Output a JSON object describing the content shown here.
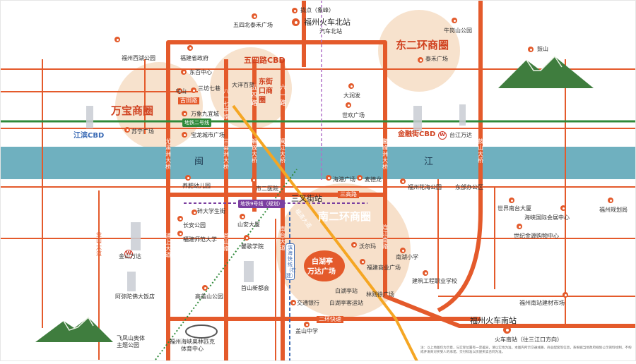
{
  "colors": {
    "road": "#e45a2b",
    "river": "#6fb0bf",
    "metro_line_2": "#2f8a3a",
    "metro_line_9": "#7b3fa0",
    "metro_line_4_plan": "#3b6bb5",
    "zone_circle": "#f6ddc4",
    "metro_dashed": "#b071c9"
  },
  "zones": {
    "wanbao": "万宝商圈",
    "wusi_cbd": "五四路CBD",
    "dongjiekou": "东街口商圈",
    "dong_erhuan": "东二环商圈",
    "nan_erhuan": "南二环商圈"
  },
  "cbds": {
    "jiangbin": "江滨CBD",
    "jinrongjie": "金融街CBD"
  },
  "river": {
    "char1": "闽",
    "char2": "江"
  },
  "roads": {
    "guhe": "古田路",
    "san_gao": "三高路",
    "erhuan_express": "二环快速",
    "you_xi_zhou": "尤溪洲大桥",
    "bayi_qi": "八一七中路",
    "wu_si": "五四路",
    "liu_yi": "六一路",
    "san_xian_zhou": "三县洲大桥",
    "jie_fang": "解放大桥",
    "min_jiang": "闽江大桥",
    "ao_feng": "鳌峰洲大桥",
    "gu_shan": "鼓山大桥",
    "jin_shan": "金山大道",
    "pu_shang": "浦上大道",
    "shou_shan": "首山路",
    "nan_tai": "南台大道",
    "lian_jiang": "连江南路",
    "yu_dan": "福道大道"
  },
  "metro": {
    "line2": "地铁二号线",
    "line9": "地铁9号线（规划）",
    "line4": "滨海快线（在建）"
  },
  "pois": {
    "ganlu": "拢点（象峰）",
    "fz_station": "福州火车北站",
    "bus_north": "汽车北站",
    "wusibei_taihe": "五四北泰禾广场",
    "niugangshan": "牛岗山公园",
    "fz_xihu": "福州西湖公园",
    "fj_gov": "福建省政府",
    "dongbai": "东百中心",
    "wushan": "乌山",
    "sanfang": "三坊七巷",
    "dayang": "大洋百货",
    "wanxiang": "万象九宜城",
    "suning": "苏宁广场",
    "baolong": "宝龙城市广场",
    "taihe_e": "泰禾广场",
    "gushan_mtn": "鼓山",
    "dashuai": "大润发",
    "shihua": "世欢广场",
    "taijiang_wanda": "台江万达",
    "jiangxin_park": "养肥幼儿园",
    "haijie": "海港广场",
    "maideqiong": "麦德龙",
    "sanchajie": "三叉街站",
    "er_hospital": "市二医院",
    "fz_huahai": "福州花海公园",
    "dongbu_office": "东部办公区",
    "shijie_tai": "世界南台大厦",
    "haixia_conv": "海峡国际会展中心",
    "fz_house": "福州规划局",
    "shijin_mall": "世纪金源购物中心",
    "jinshan_wanda": "金山万达",
    "amituofo": "阿弥陀佛大饭店",
    "cuiwan": "碎大学生街",
    "changan": "长安公园",
    "fj_normal": "福建师范大学",
    "shan_u": "山安大厦",
    "fj_school": "馨歌学院",
    "shoushan_new": "首山新都会",
    "gaogai": "高盖山公园",
    "wolma": "沃尔玛",
    "fj_mall": "福建商业广场",
    "nanhu_school": "南湖小学",
    "jianzhu_school": "建筑工程职业学校",
    "fz_nanzhan_building": "福州南站建材市场",
    "baihuting": "白湖亭站",
    "jiaotong": "交通银行",
    "baihu_bus": "白湖亭客运站",
    "linzexu": "林则徐广场",
    "gaisan_mid": "盖山中学",
    "fz_south": "福州火车南站",
    "south_bus": "火车南站（往三江口方向）",
    "feifeng": "飞凤山奥体\n主题公园",
    "olympic": "福州海峡奥林匹克\n体育中心"
  },
  "project": {
    "line1": "白湖亭",
    "line2": "万达广场"
  },
  "footnote": "注：以上地图仅为示意，与实际位置有一定差异，请以实地为准。本图内所示交通线路、商业配套等信息，系根据当地政府规划公示资料绘制，不构成开发商对买受人的承诺，交付标准以房屋买卖合同为准。"
}
